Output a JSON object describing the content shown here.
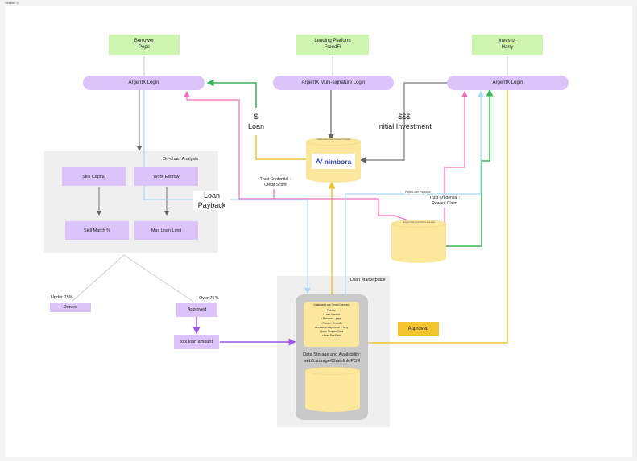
{
  "frame_label": "Section 2",
  "borrower": {
    "title": "Borrower",
    "name": "Pepe"
  },
  "lending": {
    "title": "Lending Platform",
    "name": "FreedFi"
  },
  "investor": {
    "title": "Investor",
    "name": "Harry"
  },
  "login_left": "ArgentX Login",
  "login_mid": "ArgentX Multi-signature Login",
  "login_right": "ArgentX Login",
  "dollar": "$",
  "loan": "Loan",
  "dollars": "$$$",
  "initial_investment": "Initial Investment",
  "nimbora_caption": "Collateralized Loan Protocol Contract",
  "nimbora_logo": "nimbora",
  "onchain_title": "On-chain Analysis",
  "skill_capital": "Skill Capital",
  "work_escrow": "Work Escrow",
  "skill_match": "Skill Match %",
  "max_loan": "Max Loan Limit",
  "loan_payback_1": "Loan",
  "loan_payback_2": "Payback",
  "trust_credit_1": "Trust Credential :",
  "trust_credit_2": "Credit Score",
  "pepe_payback": "Pepe Loan Payback",
  "trust_reward_1": "Trust Credential :",
  "trust_reward_2": "Reward Claim",
  "reward_caption": "Reward claims contract for investors",
  "under": "Under 75%",
  "denied": "Denied",
  "over": "Over 75%",
  "approved": "Approved",
  "xxx_loan": "xxx loan amount",
  "marketplace_title": "Loan Marketplace",
  "contract_title": "Database Loan Smart Contract",
  "contract_details": "Details:",
  "contract_items": [
    "• Loan Amount",
    "• Borrower - pepe",
    "• Funder - FreedFi",
    "• Investment Approval - Harry",
    "• Loan Request Data",
    "• Loan Due Date"
  ],
  "storage_1": "Data Storage and Availability:",
  "storage_2": "web3.storage/Chainlink POR",
  "approved_badge": "Approved",
  "colors": {
    "green_line": "#3cb25a",
    "pink_line": "#f06cbc",
    "grey_line": "#777777",
    "yellow_line": "#f1c232",
    "blue_line": "#a9d8f5",
    "purple_line": "#9a55e8",
    "node_purple": "#dcc4fb",
    "node_green": "#cdf5b0",
    "cylinder": "#fde79d"
  }
}
